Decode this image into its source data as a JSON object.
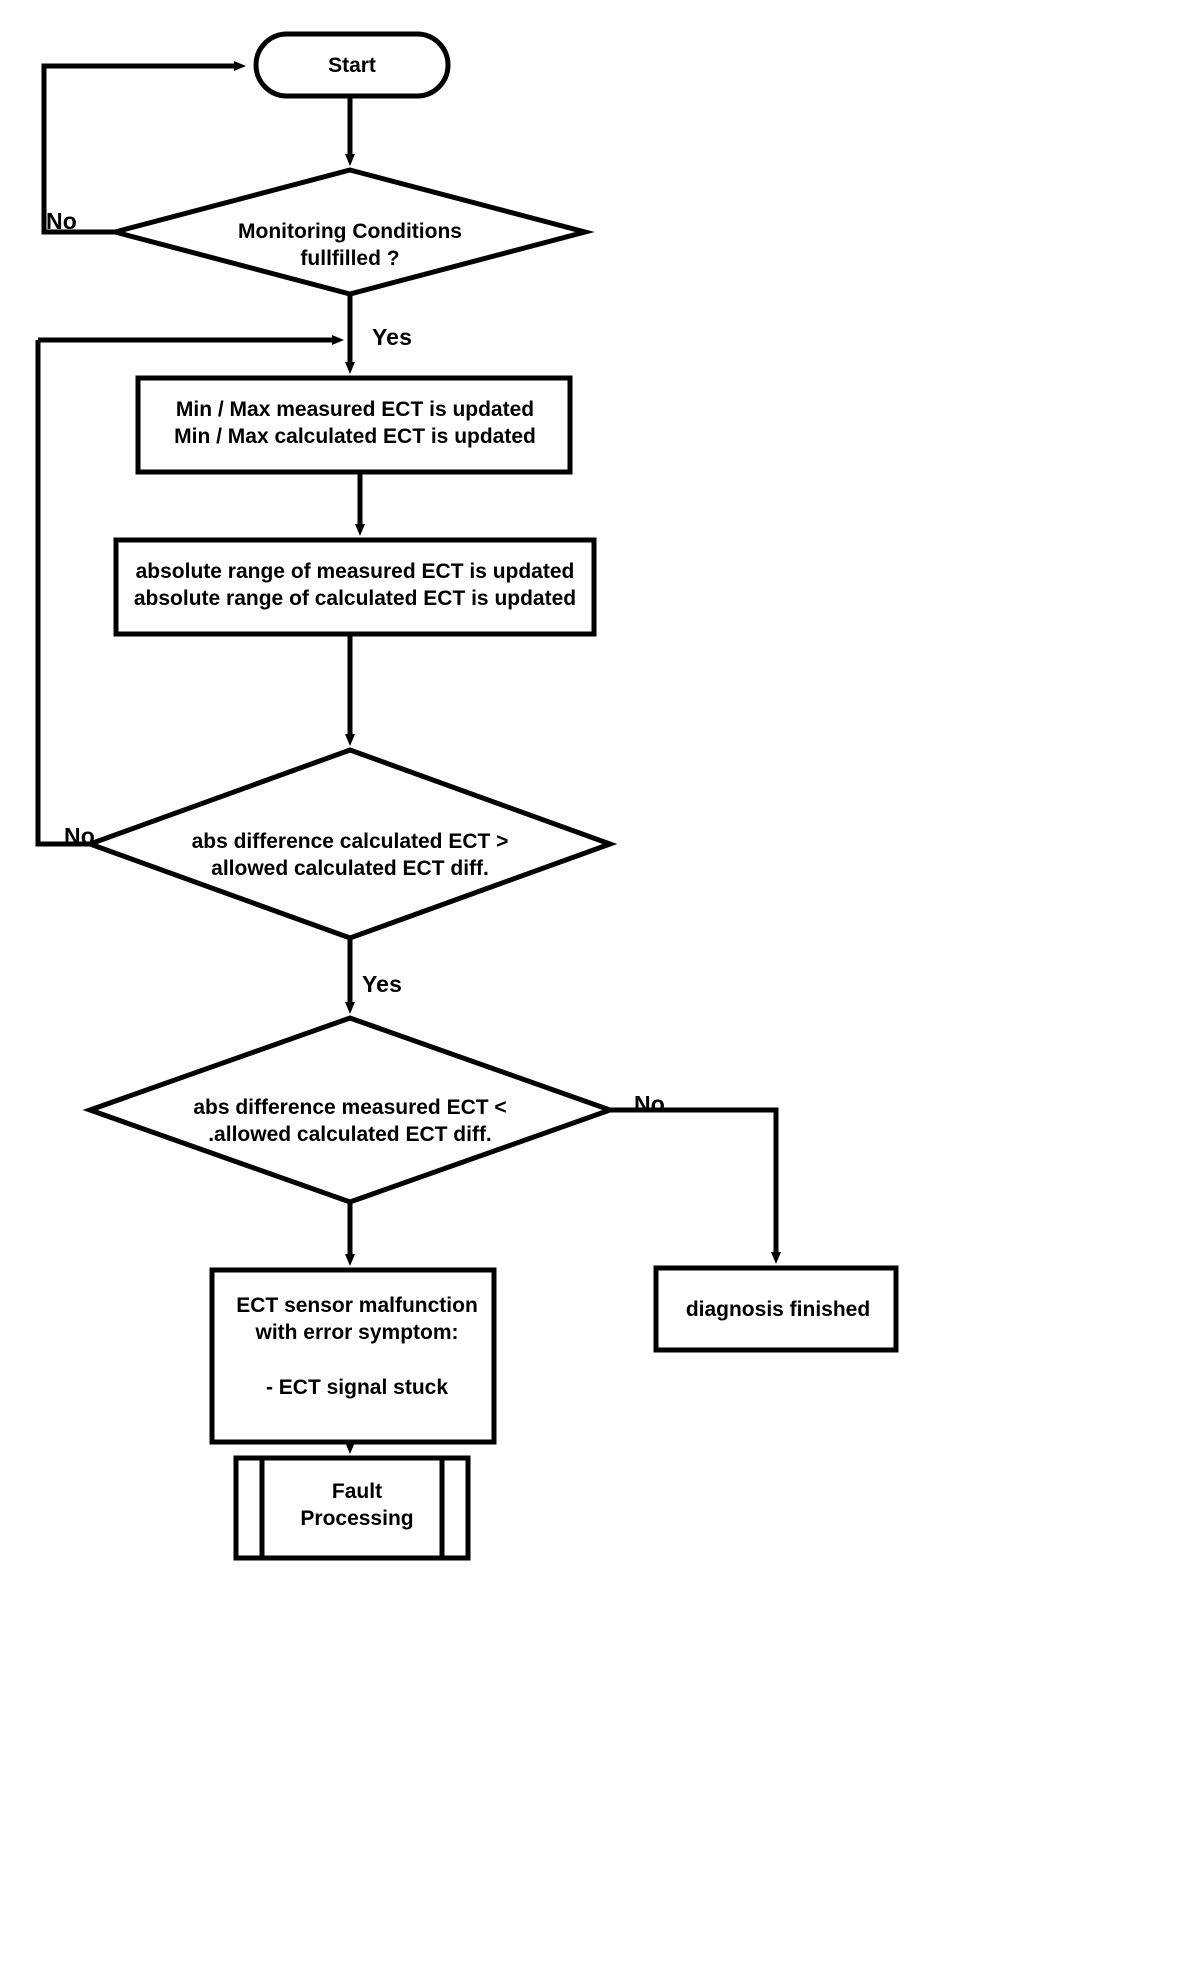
{
  "diagram": {
    "type": "flowchart",
    "title": "ECT sensor rationality diagnosis flowchart",
    "nodes": {
      "start": {
        "shape": "terminator",
        "label": "Start"
      },
      "decision_monitoring": {
        "shape": "decision",
        "label": "Monitoring Conditions\nfullfilled ?"
      },
      "process_minmax": {
        "shape": "process",
        "label": "Min / Max measured ECT is updated\nMin / Max calculated ECT is updated"
      },
      "process_absrange": {
        "shape": "process",
        "label": "absolute range of measured ECT is updated\nabsolute range of calculated ECT is updated"
      },
      "decision_calc_diff": {
        "shape": "decision",
        "label": "abs difference calculated ECT  >\nallowed calculated ECT diff."
      },
      "decision_meas_diff": {
        "shape": "decision",
        "label": "abs difference measured ECT  <\n.allowed calculated ECT diff."
      },
      "process_malfunction": {
        "shape": "process",
        "label": "ECT sensor malfunction\nwith error symptom:\n\n- ECT signal stuck"
      },
      "process_diag_finished": {
        "shape": "process",
        "label": "diagnosis finished"
      },
      "process_fault": {
        "shape": "predefined-process",
        "label": "Fault\nProcessing"
      }
    },
    "edge_labels": {
      "monitoring_no": "No",
      "monitoring_yes": "Yes",
      "calc_diff_no": "No",
      "calc_diff_yes": "Yes",
      "meas_diff_no": "No"
    },
    "colors": {
      "stroke": "#000000",
      "fill": "#ffffff",
      "background": "#ffffff"
    }
  }
}
